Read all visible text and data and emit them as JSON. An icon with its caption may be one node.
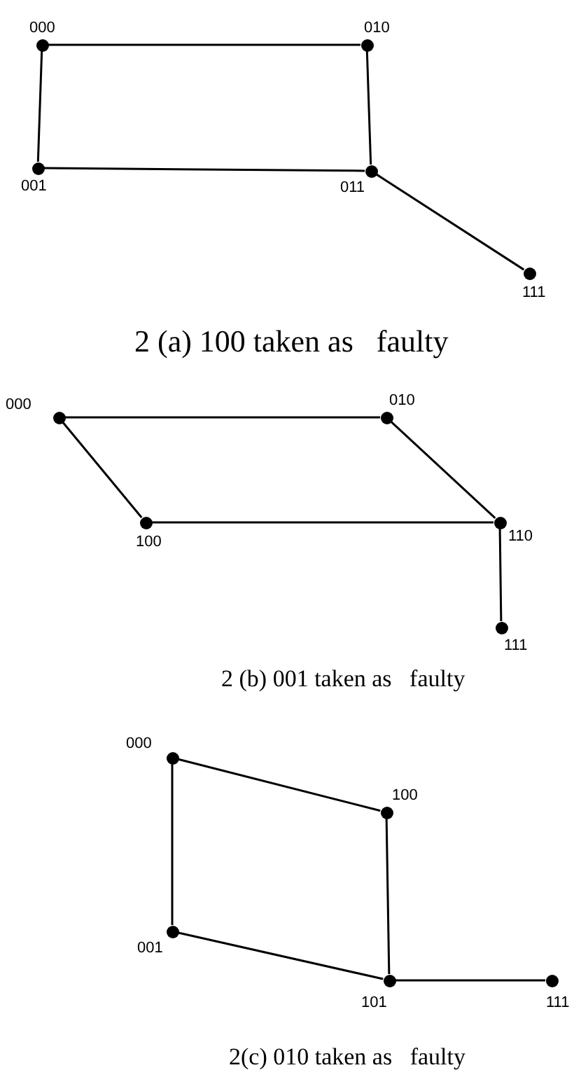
{
  "diagram": {
    "nodes": [
      {
        "text": [
          "000"
        ]
      },
      {
        "text": [
          "010"
        ]
      },
      {
        "text": [
          "001"
        ]
      },
      {
        "text": [
          "011"
        ]
      },
      {
        "text": [
          "111"
        ]
      },
      {
        "text": [
          "000"
        ]
      },
      {
        "text": [
          "010"
        ]
      },
      {
        "text": [
          "100"
        ]
      },
      {
        "text": [
          "110"
        ]
      },
      {
        "text": [
          "111"
        ]
      },
      {
        "text": [
          "000"
        ]
      },
      {
        "text": [
          "100"
        ]
      },
      {
        "text": [
          "001"
        ]
      },
      {
        "text": [
          "101"
        ]
      },
      {
        "text": [
          "111"
        ]
      }
    ],
    "edges": [
      {
        "from": 0,
        "to": 1,
        "arrow": "none"
      },
      {
        "from": 0,
        "to": 2,
        "arrow": "none"
      },
      {
        "from": 1,
        "to": 3,
        "arrow": "none"
      },
      {
        "from": 2,
        "to": 3,
        "arrow": "none"
      },
      {
        "from": 3,
        "to": 4,
        "arrow": "none"
      },
      {
        "from": 5,
        "to": 6,
        "arrow": "none"
      },
      {
        "from": 5,
        "to": 7,
        "arrow": "none"
      },
      {
        "from": 6,
        "to": 8,
        "arrow": "none"
      },
      {
        "from": 7,
        "to": 8,
        "arrow": "none"
      },
      {
        "from": 8,
        "to": 9,
        "arrow": "none"
      },
      {
        "from": 10,
        "to": 11,
        "arrow": "none"
      },
      {
        "from": 10,
        "to": 12,
        "arrow": "none"
      },
      {
        "from": 11,
        "to": 13,
        "arrow": "none"
      },
      {
        "from": 12,
        "to": 13,
        "arrow": "none"
      },
      {
        "from": 13,
        "to": 14,
        "arrow": "none"
      }
    ],
    "labels": [
      "2 (a) 100 taken as   faulty",
      "2 (b) 001 taken as   faulty",
      "2(c) 010 taken as   faulty"
    ]
  }
}
